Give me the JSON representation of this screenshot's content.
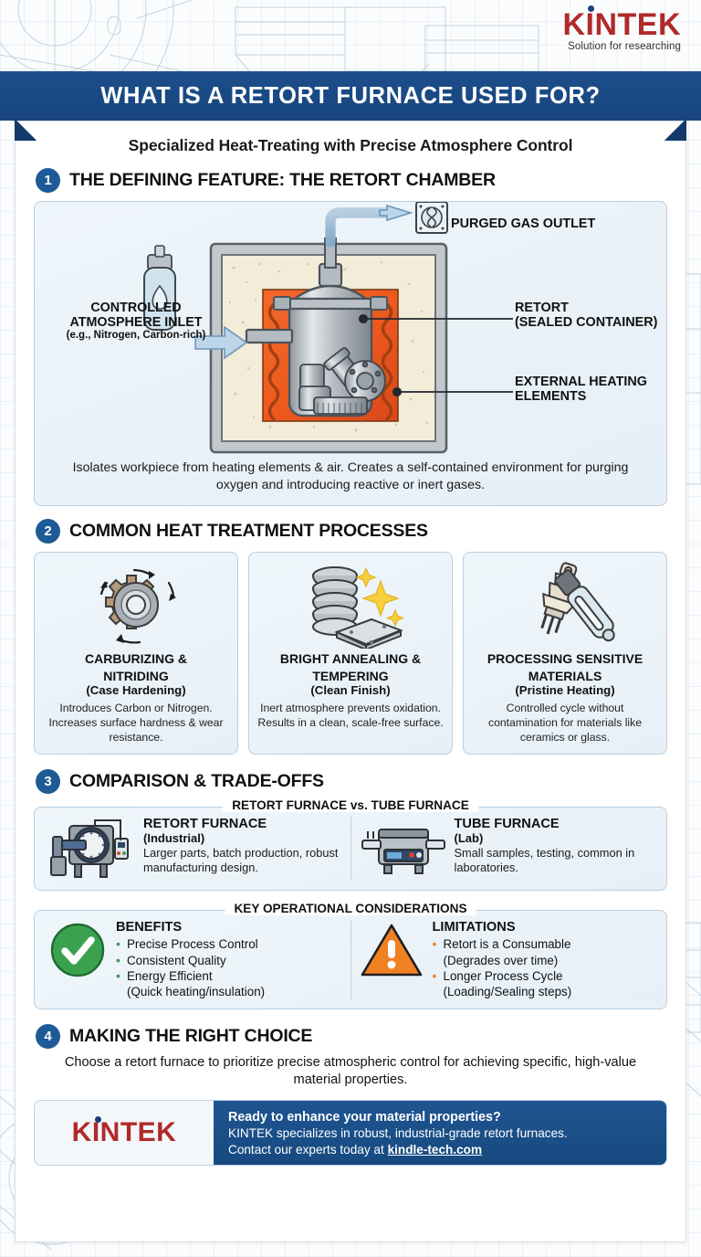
{
  "brand": {
    "name": "KINTEK",
    "tagline": "Solution for researching",
    "logo_color": "#b02a2a",
    "dot_color": "#1d3f7a"
  },
  "header": {
    "title": "WHAT IS A RETORT FURNACE USED FOR?",
    "subtitle": "Specialized Heat-Treating with Precise Atmosphere Control",
    "band_color": "#17447c"
  },
  "sections": [
    {
      "number": "1",
      "title": "THE DEFINING FEATURE: THE RETORT CHAMBER",
      "diagram_labels": {
        "outlet": "PURGED GAS OUTLET",
        "inlet_l1": "CONTROLLED",
        "inlet_l2": "ATMOSPHERE INLET",
        "inlet_note": "(e.g., Nitrogen, Carbon-rich)",
        "retort_l1": "RETORT",
        "retort_l2": "(SEALED CONTAINER)",
        "heating_l1": "EXTERNAL HEATING",
        "heating_l2": "ELEMENTS"
      },
      "caption_line1": "Isolates workpiece from heating elements & air. Creates a self-contained",
      "caption_line2": "environment for purging oxygen and introducing reactive or inert gases."
    },
    {
      "number": "2",
      "title": "COMMON HEAT TREATMENT PROCESSES",
      "cards": [
        {
          "icon": "gear-rotation-icon",
          "title_l1": "CARBURIZING &",
          "title_l2": "NITRIDING",
          "subtitle": "(Case Hardening)",
          "desc": "Introduces Carbon or Nitrogen. Increases surface hardness & wear resistance."
        },
        {
          "icon": "spring-plate-sparkle-icon",
          "title_l1": "BRIGHT ANNEALING &",
          "title_l2": "TEMPERING",
          "subtitle": "(Clean Finish)",
          "desc": "Inert atmosphere prevents oxidation. Results in a clean, scale-free surface."
        },
        {
          "icon": "ceramic-spark-plug-icon",
          "title_l1": "PROCESSING SENSITIVE",
          "title_l2": "MATERIALS",
          "subtitle": "(Pristine Heating)",
          "desc": "Controlled cycle without contamination for materials like ceramics or glass."
        }
      ]
    },
    {
      "number": "3",
      "title": "COMPARISON & TRADE-OFFS",
      "comparison": {
        "legend": "RETORT FURNACE vs. TUBE FURNACE",
        "left": {
          "icon": "retort-furnace-icon",
          "title": "RETORT FURNACE",
          "subtitle": "(Industrial)",
          "desc": "Larger parts, batch production, robust manufacturing design."
        },
        "right": {
          "icon": "tube-furnace-icon",
          "title": "TUBE FURNACE",
          "subtitle": "(Lab)",
          "desc": "Small samples, testing, common in laboratories."
        }
      },
      "considerations": {
        "legend": "KEY OPERATIONAL CONSIDERATIONS",
        "benefits": {
          "icon": "check-circle-icon",
          "icon_color": "#3aa24f",
          "title": "BENEFITS",
          "items": [
            "Precise Process Control",
            "Consistent Quality",
            "Energy Efficient",
            "(Quick heating/insulation)"
          ]
        },
        "limitations": {
          "icon": "warning-triangle-icon",
          "icon_color": "#f08122",
          "title": "LIMITATIONS",
          "items": [
            "Retort is a Consumable",
            "(Degrades over time)",
            "Longer Process Cycle",
            "(Loading/Sealing steps)"
          ]
        }
      }
    },
    {
      "number": "4",
      "title": "MAKING THE RIGHT CHOICE",
      "final_line1": "Choose a retort furnace to prioritize precise atmospheric control for achieving",
      "final_line2": "specific, high-value material properties."
    }
  ],
  "cta": {
    "logo": "KINTEK",
    "line1": "Ready to enhance your material properties?",
    "line2": "KINTEK specializes in robust, industrial-grade retort furnaces.",
    "line3_prefix": "Contact our experts today at ",
    "link": "kindle-tech.com"
  }
}
